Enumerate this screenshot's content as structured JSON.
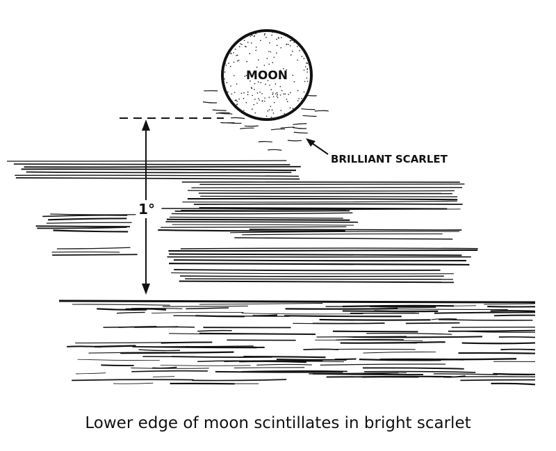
{
  "labels": {
    "moon": "MOON",
    "scarlet": "BRILLIANT SCARLET",
    "angle": "1°"
  },
  "caption": "Lower edge of moon scintillates in bright scarlet",
  "colors": {
    "ink": "#111111",
    "background": "#ffffff"
  }
}
